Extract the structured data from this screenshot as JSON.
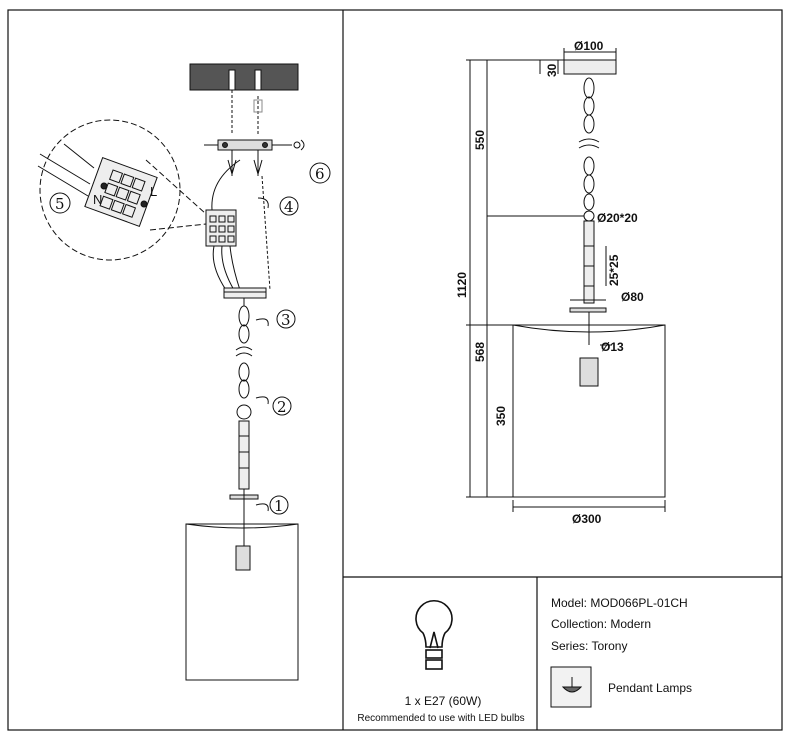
{
  "diagram": {
    "dimensions": {
      "canopy_diameter": "Ø100",
      "canopy_height": "30",
      "chain_length": "550",
      "connector": "Ø20*20",
      "total_height": "1120",
      "tube": "25*25",
      "cap_diameter": "Ø80",
      "lower_height": "568",
      "socket_diameter": "Ø13",
      "shade_height": "350",
      "shade_diameter": "Ø300"
    },
    "steps": [
      "1",
      "2",
      "3",
      "4",
      "5",
      "6"
    ],
    "terminal_marks": {
      "n": "N",
      "l": "L"
    }
  },
  "bulb": {
    "spec": "1 x E27 (60W)",
    "note": "Recommended to use with LED bulbs"
  },
  "product": {
    "model": "Model: MOD066PL-01CH",
    "collection": "Collection: Modern",
    "series": "Series: Torony",
    "category": "Pendant Lamps"
  }
}
